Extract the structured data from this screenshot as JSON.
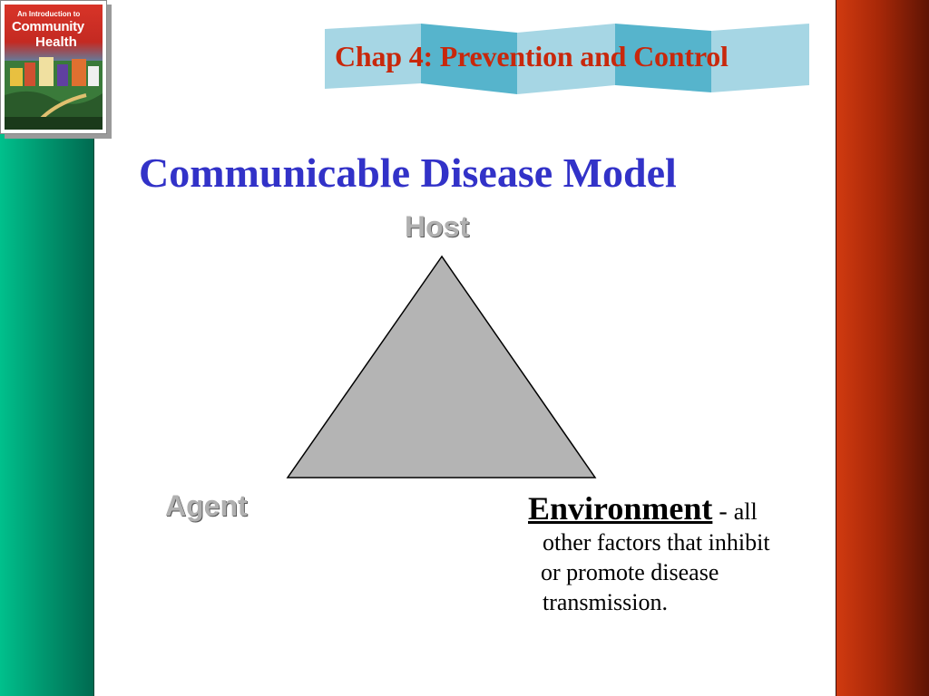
{
  "book_cover": {
    "line1": "An Introduction to",
    "line2": "Community",
    "line3": "Health"
  },
  "banner": {
    "text": "Chap 4: Prevention and Control"
  },
  "slide": {
    "title": "Communicable Disease Model"
  },
  "diagram": {
    "host_label": "Host",
    "agent_label": "Agent",
    "environment_label": "Environment",
    "environment_dash": " - ",
    "environment_desc_lines": [
      "all",
      "other factors that inhibit",
      " or promote disease",
      "transmission."
    ]
  },
  "colors": {
    "banner_text": "#c8280c",
    "title_text": "#3232c8",
    "triangle_fill": "#b4b4b4",
    "left_bar": "#009870",
    "right_bar": "#a82808"
  }
}
